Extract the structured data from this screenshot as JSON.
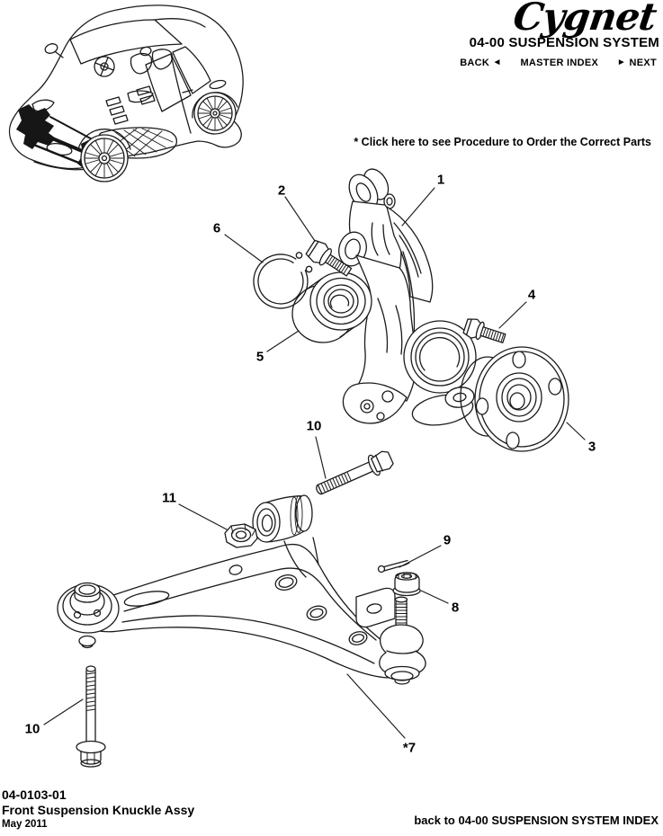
{
  "header": {
    "logo_text": "Cygnet",
    "section_title": "04-00 SUSPENSION SYSTEM",
    "nav": {
      "back_label": "BACK",
      "back_arrow": "◄",
      "master_index_label": "MASTER INDEX",
      "next_arrow": "►",
      "next_label": "NEXT"
    }
  },
  "notice": {
    "order_parts_link": "* Click here to see Procedure to Order the Correct Parts"
  },
  "diagram": {
    "callouts": [
      {
        "label": "1"
      },
      {
        "label": "2"
      },
      {
        "label": "3"
      },
      {
        "label": "4"
      },
      {
        "label": "5"
      },
      {
        "label": "6"
      },
      {
        "label": "*7"
      },
      {
        "label": "8"
      },
      {
        "label": "9"
      },
      {
        "label": "10"
      },
      {
        "label": "10"
      },
      {
        "label": "11"
      }
    ]
  },
  "footer": {
    "document_number": "04-0103-01",
    "document_title": "Front Suspension Knuckle Assy",
    "date": "May 2011",
    "index_link": "back to 04-00 SUSPENSION SYSTEM INDEX"
  }
}
